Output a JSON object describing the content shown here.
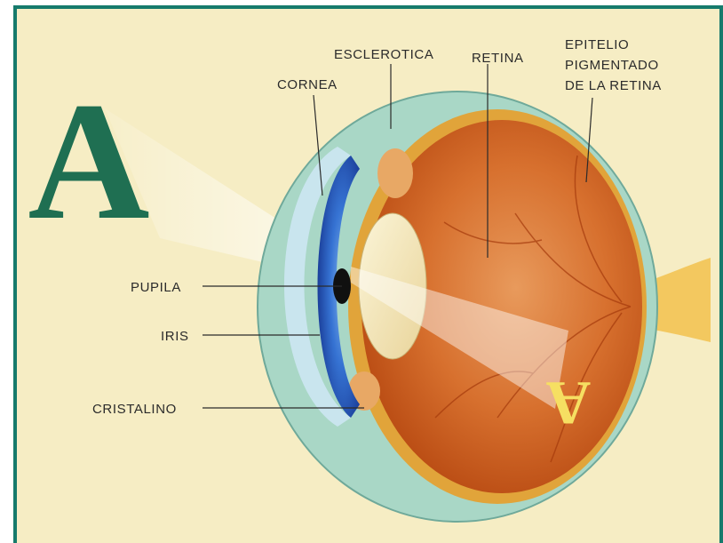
{
  "diagram": {
    "letter": "A",
    "image_letter": "A",
    "labels": {
      "esclerotica": "ESCLEROTICA",
      "retina": "RETINA",
      "epitelio_line1": "EPITELIO",
      "epitelio_line2": "PIGMENTADO",
      "epitelio_line3": "DE LA RETINA",
      "cornea": "CORNEA",
      "pupila": "PUPILA",
      "iris": "IRIS",
      "cristalino": "CRISTALINO"
    },
    "colors": {
      "border": "#167a6c",
      "background": "#f6edc4",
      "letter": "#1f6f52",
      "iris": "#2f6fd0",
      "retina": "#d3561d",
      "sclera": "#9fd2c0"
    }
  }
}
